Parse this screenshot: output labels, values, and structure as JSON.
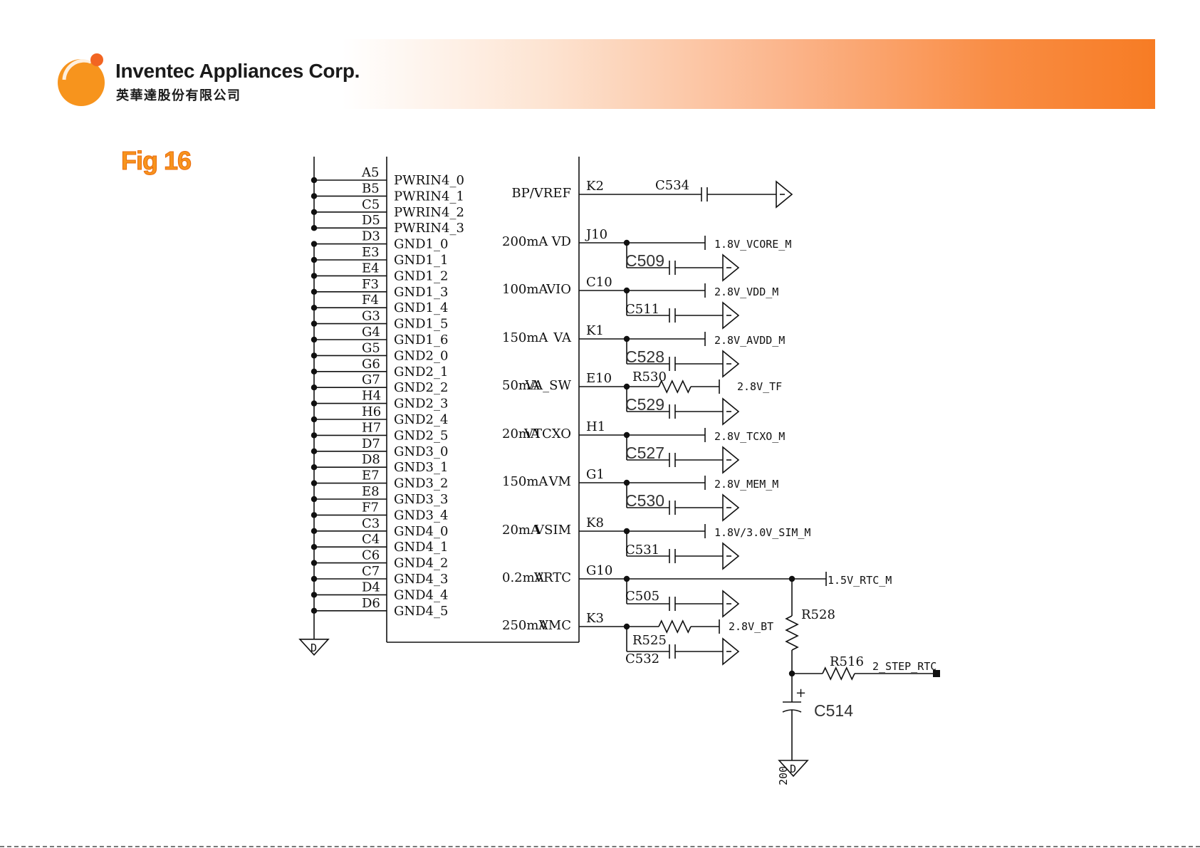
{
  "logo": {
    "name": "Inventec Appliances Corp.",
    "subtitle": "英華達股份有限公司"
  },
  "figure_label": "Fig 16",
  "colors": {
    "accent": "#f7941d",
    "line": "#111111"
  },
  "pins_left": [
    {
      "pin": "A5",
      "net": "PWRIN4_0"
    },
    {
      "pin": "B5",
      "net": "PWRIN4_1"
    },
    {
      "pin": "C5",
      "net": "PWRIN4_2"
    },
    {
      "pin": "D5",
      "net": "PWRIN4_3"
    },
    {
      "pin": "D3",
      "net": "GND1_0"
    },
    {
      "pin": "E3",
      "net": "GND1_1"
    },
    {
      "pin": "E4",
      "net": "GND1_2"
    },
    {
      "pin": "F3",
      "net": "GND1_3"
    },
    {
      "pin": "F4",
      "net": "GND1_4"
    },
    {
      "pin": "G3",
      "net": "GND1_5"
    },
    {
      "pin": "G4",
      "net": "GND1_6"
    },
    {
      "pin": "G5",
      "net": "GND2_0"
    },
    {
      "pin": "G6",
      "net": "GND2_1"
    },
    {
      "pin": "G7",
      "net": "GND2_2"
    },
    {
      "pin": "H4",
      "net": "GND2_3"
    },
    {
      "pin": "H6",
      "net": "GND2_4"
    },
    {
      "pin": "H7",
      "net": "GND2_5"
    },
    {
      "pin": "D7",
      "net": "GND3_0"
    },
    {
      "pin": "D8",
      "net": "GND3_1"
    },
    {
      "pin": "E7",
      "net": "GND3_2"
    },
    {
      "pin": "E8",
      "net": "GND3_3"
    },
    {
      "pin": "F7",
      "net": "GND3_4"
    },
    {
      "pin": "C3",
      "net": "GND4_0"
    },
    {
      "pin": "C4",
      "net": "GND4_1"
    },
    {
      "pin": "C6",
      "net": "GND4_2"
    },
    {
      "pin": "C7",
      "net": "GND4_3"
    },
    {
      "pin": "D4",
      "net": "GND4_4"
    },
    {
      "pin": "D6",
      "net": "GND4_5"
    }
  ],
  "ground_symbol_label": "D",
  "rails": [
    {
      "current": "",
      "name": "BP/VREF",
      "pin": "K2",
      "cap": "C534",
      "res": "",
      "net": ""
    },
    {
      "current": "200mA",
      "name": "VD",
      "pin": "J10",
      "cap": "C509",
      "res": "",
      "net": "1.8V_VCORE_M"
    },
    {
      "current": "100mA",
      "name": "VIO",
      "pin": "C10",
      "cap": "C511",
      "res": "",
      "net": "2.8V_VDD_M"
    },
    {
      "current": "150mA",
      "name": "VA",
      "pin": "K1",
      "cap": "C528",
      "res": "",
      "net": "2.8V_AVDD_M"
    },
    {
      "current": "50mA",
      "name": "VA_SW",
      "pin": "E10",
      "cap": "C529",
      "res": "R530",
      "net": "2.8V_TF"
    },
    {
      "current": "20mA",
      "name": "VTCXO",
      "pin": "H1",
      "cap": "C527",
      "res": "",
      "net": "2.8V_TCXO_M"
    },
    {
      "current": "150mA",
      "name": "VM",
      "pin": "G1",
      "cap": "C530",
      "res": "",
      "net": "2.8V_MEM_M"
    },
    {
      "current": "20mA",
      "name": "VSIM",
      "pin": "K8",
      "cap": "C531",
      "res": "",
      "net": "1.8V/3.0V_SIM_M"
    },
    {
      "current": "0.2mA",
      "name": "VRTC",
      "pin": "G10",
      "cap": "C505",
      "res": "",
      "net": "1.5V_RTC_M"
    },
    {
      "current": "250mA",
      "name": "VMC",
      "pin": "K3",
      "cap": "C532",
      "res": "R525",
      "net": "2.8V_BT"
    }
  ],
  "rtc": {
    "r_series": "R528",
    "r_out": "R516",
    "cap": "C514",
    "net": "2_STEP_RTC",
    "plus": "+",
    "gnd_label": "D",
    "gnd_stray": "200"
  }
}
